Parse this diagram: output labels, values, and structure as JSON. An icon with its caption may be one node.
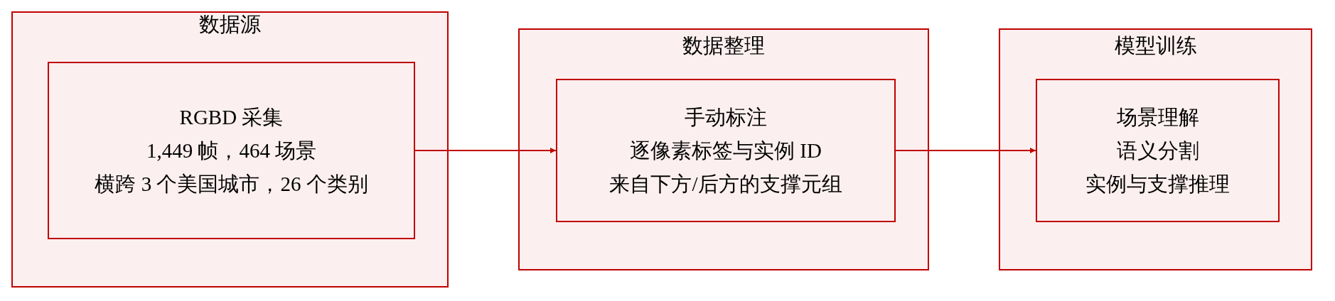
{
  "diagram": {
    "nodes": [
      {
        "text": [
          "数据源"
        ]
      },
      {
        "text": [
          "RGBD 采集",
          "1,449 帧，464 场景",
          "横跨 3 个美国城市，26 个类别"
        ],
        "in": 0
      },
      {
        "text": [
          "数据整理"
        ]
      },
      {
        "text": [
          "手动标注",
          "逐像素标签与实例 ID",
          "来自下方/后方的支撑元组"
        ],
        "in": 2
      },
      {
        "text": [
          "模型训练"
        ]
      },
      {
        "text": [
          "场景理解",
          "语义分割",
          "实例与支撑推理"
        ],
        "in": 4
      }
    ],
    "edges": [
      {
        "from": 1,
        "to": 3,
        "arrow": "to"
      },
      {
        "from": 3,
        "to": 5,
        "arrow": "to"
      }
    ]
  }
}
